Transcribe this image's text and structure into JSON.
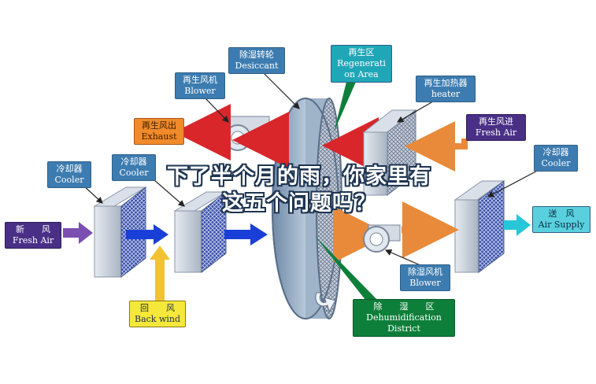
{
  "labels": {
    "desiccant": {
      "zh": "除湿转轮",
      "en": "Desiccant"
    },
    "regeneration_area": {
      "zh": "再生区",
      "en1": "Regenerati",
      "en2": "on Area"
    },
    "regen_blower": {
      "zh": "再生风机",
      "en": "Blower"
    },
    "regen_heater": {
      "zh": "再生加热器",
      "en": "heater"
    },
    "regen_exhaust": {
      "zh": "再生风出",
      "en": "Exhaust"
    },
    "regen_fresh_air": {
      "zh": "再生风进",
      "en": "Fresh Air"
    },
    "cooler_left": {
      "zh": "冷却器",
      "en": "Cooler"
    },
    "cooler_mid": {
      "zh": "冷却器",
      "en": "Cooler"
    },
    "cooler_right": {
      "zh": "冷却器",
      "en": "Cooler"
    },
    "fresh_air": {
      "zh": "新　　风",
      "en": "Fresh Air"
    },
    "supply": {
      "zh": "送　风",
      "en": "Air Supply"
    },
    "back_wind": {
      "zh": "回　　风",
      "en": "Back wind"
    },
    "dehum_blower": {
      "zh": "除湿风机",
      "en": "Blower"
    },
    "dehum_district": {
      "zh": "除　　湿　　区",
      "en1": "Dehumidification",
      "en2": "District"
    }
  },
  "overlay": {
    "line1": "下了半个月的雨，你家里有",
    "line2": "这五个问题吗？"
  },
  "colors": {
    "callout_blue": "#3d7cb0",
    "callout_cyan": "#1fa7b8",
    "exhaust_orange": "#f08a2a",
    "fresh_purple": "#4a2f86",
    "back_yellow": "#f5e83a",
    "district_green": "#0e7f3a",
    "arrow_red": "#d8262a",
    "arrow_blue": "#1a3fd8",
    "arrow_orange": "#e88a3a",
    "arrow_cyan": "#27c6d8",
    "arrow_purple": "#7a4fb0",
    "wheel_blue": "#8fa7c2"
  },
  "icons": [
    "fan-icon",
    "fan-icon",
    "honeycomb-wheel-icon",
    "coil-icon"
  ]
}
